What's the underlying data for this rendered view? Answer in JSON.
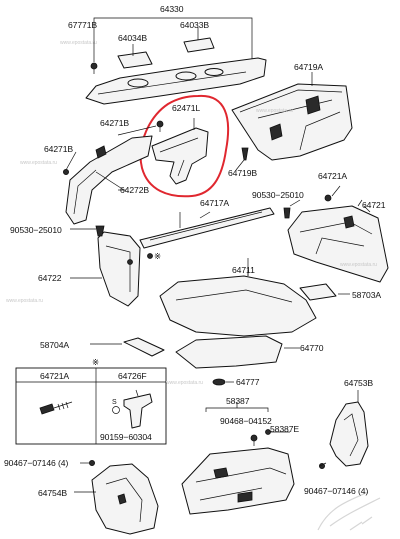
{
  "labels": {
    "l64330": "64330",
    "l67771B": "67771B",
    "l64033B": "64033B",
    "l64034B": "64034B",
    "l64719A": "64719A",
    "l62471L": "62471L",
    "l64271Ba": "64271B",
    "l64271Bb": "64271B",
    "l64719B": "64719B",
    "l64272B": "64272B",
    "l64721Aa": "64721A",
    "l90530a": "90530−25010",
    "l64721": "64721",
    "l64717A": "64717A",
    "l90530b": "90530−25010",
    "l64722": "64722",
    "l64711": "64711",
    "l58703A": "58703A",
    "l58704A": "58704A",
    "l64770": "64770",
    "star": "※",
    "l64721Ab": "64721A",
    "l64726F": "64726F",
    "l64777": "64777",
    "l64753B": "64753B",
    "l58387": "58387",
    "l90159": "90159−60304",
    "l90468": "90468−04152",
    "l58387E": "58387E",
    "l90467a": "90467−07146 (4)",
    "l90467b": "90467−07146 (4)",
    "l64754B": "64754B",
    "sLabel": "S"
  },
  "watermarks": {
    "w1": "www.epostata.ru",
    "w2": "www.epostata.ru",
    "w3": "www.epostata.ru",
    "w4": "www.epostata.ru",
    "w5": "www.epostata.ru",
    "w6": "www.epostata.ru"
  },
  "colors": {
    "highlight": "#e0272f",
    "line": "#111111"
  }
}
